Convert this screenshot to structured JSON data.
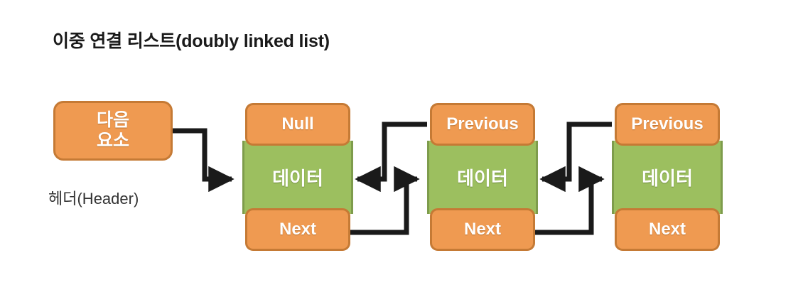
{
  "title": "이중 연결 리스트(doubly linked list)",
  "colors": {
    "orange_fill": "#EF9A51",
    "orange_border": "#C57A35",
    "green_fill": "#9CBF5F",
    "green_border": "#7E9C4C",
    "connector": "#1A1A1A",
    "text_on_box": "#FFFFFF",
    "background": "#FFFFFF",
    "title_text": "#1A1A1A",
    "caption_text": "#333333"
  },
  "header": {
    "line1": "다음",
    "line2": "요소",
    "caption": "헤더(Header)"
  },
  "nodes": [
    {
      "prev": "Null",
      "data": "데이터",
      "next": "Next"
    },
    {
      "prev": "Previous",
      "data": "데이터",
      "next": "Next"
    },
    {
      "prev": "Previous",
      "data": "데이터",
      "next": "Next"
    }
  ],
  "connectors": [
    {
      "name": "header-next-to-node1-data",
      "from": "header",
      "to": "node-1-data",
      "direction": "right"
    },
    {
      "name": "node1-next-to-node2-data",
      "from": "node-1-next",
      "to": "node-2-data",
      "direction": "right"
    },
    {
      "name": "node2-prev-to-node1-data",
      "from": "node-2-previous",
      "to": "node-1-data",
      "direction": "left"
    },
    {
      "name": "node2-next-to-node3-data",
      "from": "node-2-next",
      "to": "node-3-data",
      "direction": "right"
    },
    {
      "name": "node3-prev-to-node2-data",
      "from": "node-3-previous",
      "to": "node-2-data",
      "direction": "left"
    }
  ]
}
